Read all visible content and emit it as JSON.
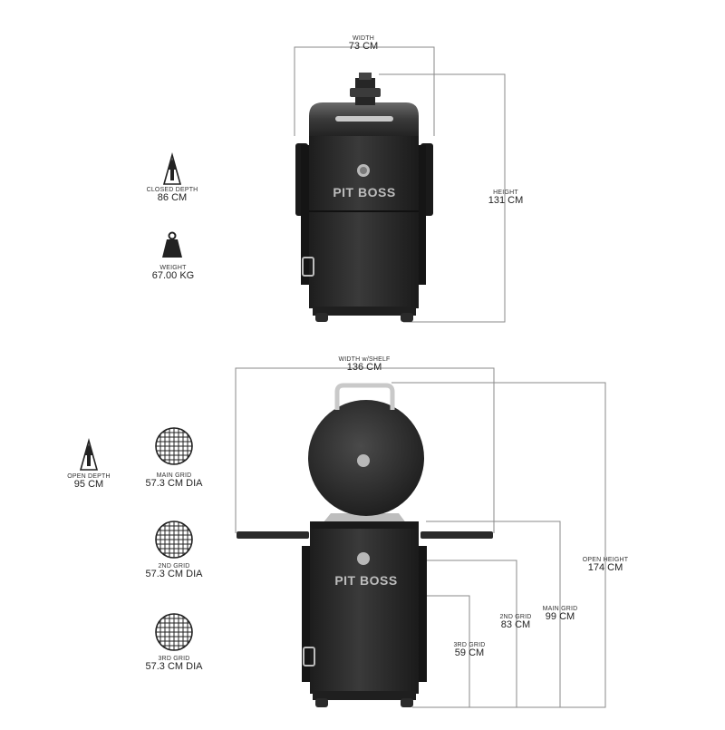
{
  "brand": "PIT BOSS",
  "colors": {
    "body": "#2b2b2b",
    "body_dark": "#1a1a1a",
    "lid": "#3a3a3a",
    "line": "#8a8a8a",
    "chrome": "#c9c9c9",
    "text": "#222222"
  },
  "closed": {
    "width": {
      "label": "WIDTH",
      "value": "73 CM"
    },
    "height": {
      "label": "HEIGHT",
      "value": "131 CM"
    },
    "depth": {
      "label": "CLOSED DEPTH",
      "value": "86 CM",
      "icon": "depth-arrow-icon"
    },
    "weight": {
      "label": "WEIGHT",
      "value": "67.00 KG",
      "icon": "weight-icon"
    }
  },
  "open": {
    "width": {
      "label": "WIDTH w/SHELF",
      "value": "136 CM"
    },
    "open_height": {
      "label": "OPEN HEIGHT",
      "value": "174 CM"
    },
    "main_grid_height": {
      "label": "MAIN GRID",
      "value": "99 CM"
    },
    "second_grid_height": {
      "label": "2ND GRID",
      "value": "83 CM"
    },
    "third_grid_height": {
      "label": "3RD GRID",
      "value": "59 CM"
    },
    "depth": {
      "label": "OPEN DEPTH",
      "value": "95 CM",
      "icon": "depth-arrow-icon"
    },
    "grids": [
      {
        "label": "MAIN GRID",
        "value": "57.3 CM DIA",
        "icon": "grill-grate-icon"
      },
      {
        "label": "2ND GRID",
        "value": "57.3 CM DIA",
        "icon": "grill-grate-icon"
      },
      {
        "label": "3RD GRID",
        "value": "57.3 CM DIA",
        "icon": "grill-grate-icon"
      }
    ]
  }
}
